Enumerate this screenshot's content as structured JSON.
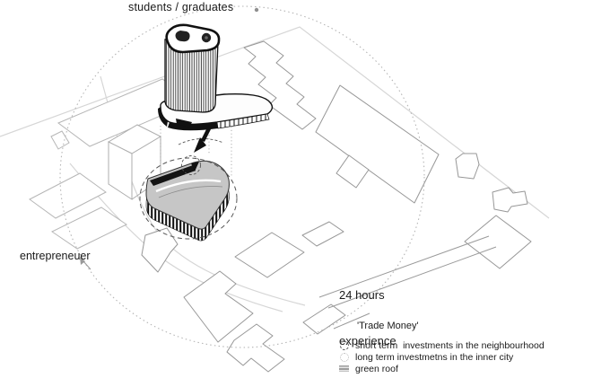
{
  "diagram": {
    "type": "architectural-isometric-site-diagram",
    "labels": {
      "students_graduates": "students / graduates",
      "entrepreneur": "entrepreneuer",
      "hours_line1": "24 hours",
      "hours_line2": "experience"
    },
    "legend": {
      "title": "'Trade Money'",
      "items": [
        {
          "icon": "dashed-circle-icon",
          "label": "short term  investments in the neighbourhood"
        },
        {
          "icon": "dotted-circle-icon",
          "label": "long term investmetns in the inner city"
        },
        {
          "icon": "green-roof-swatch-icon",
          "label": "green roof"
        }
      ]
    },
    "colors": {
      "ink": "#1a1a1a",
      "street_gray": "#d6d6d6",
      "footprint_light_gray": "#b6b6b6",
      "footprint_dark_gray": "#979797",
      "roof_gray": "#c6c6c6",
      "dashed_circle_gray": "#555555",
      "dotted_ellipse_gray": "#b5b5b5"
    }
  }
}
